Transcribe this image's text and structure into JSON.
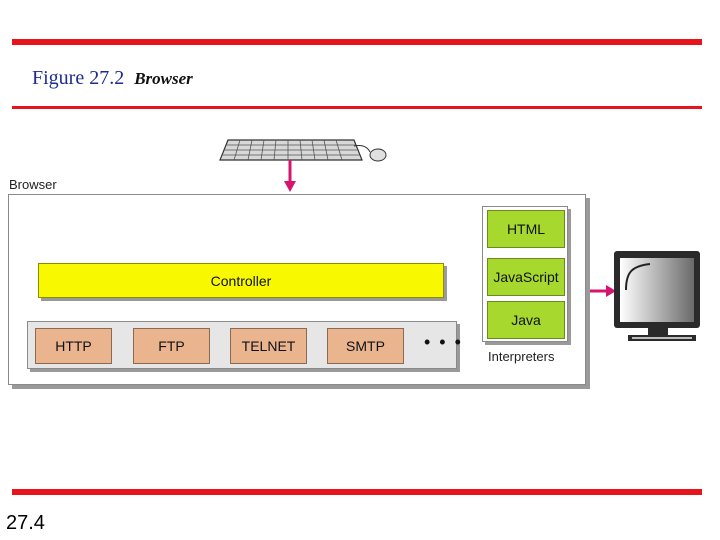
{
  "figure": {
    "number": "Figure 27.2",
    "name": "Browser"
  },
  "page_number": "27.4",
  "diagram": {
    "browser_label": "Browser",
    "controller_label": "Controller",
    "protocols": [
      "HTTP",
      "FTP",
      "TELNET",
      "SMTP"
    ],
    "protocols_more": "• • •",
    "interpreters": [
      "HTML",
      "JavaScript",
      "Java"
    ],
    "interpreters_label": "Interpreters"
  },
  "colors": {
    "rule": "#e8141c",
    "title": "#1f2b8f",
    "controller": "#f8f800",
    "protocol": "#e9b48e",
    "interpreter": "#a6d82e",
    "arrow": "#d4146e"
  }
}
